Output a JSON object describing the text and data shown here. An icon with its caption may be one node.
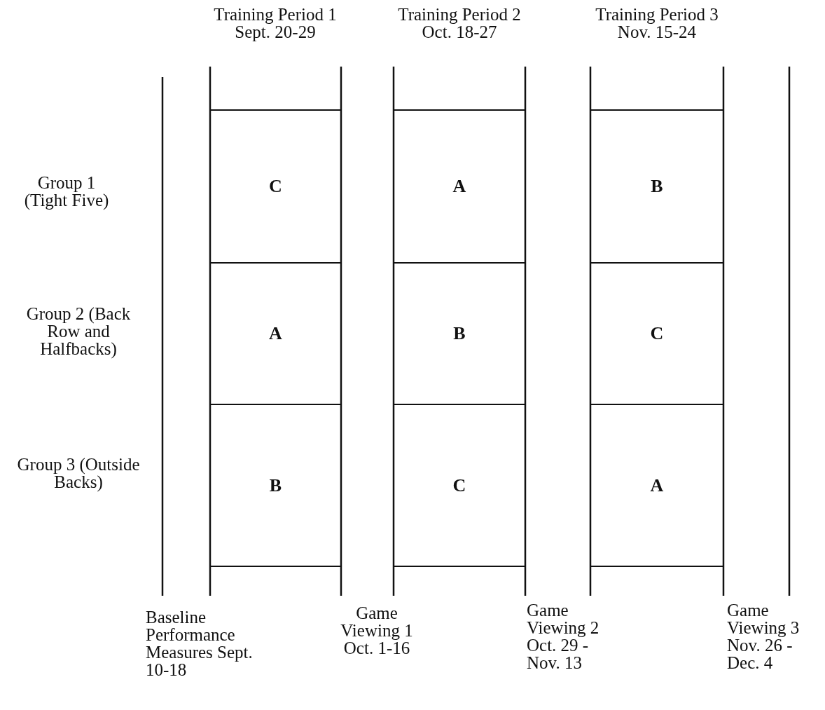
{
  "diagram": {
    "nodes": [
      {
        "text": [
          "C"
        ]
      },
      {
        "text": [
          "A"
        ]
      },
      {
        "text": [
          "B"
        ]
      },
      {
        "text": [
          "A"
        ]
      },
      {
        "text": [
          "B"
        ]
      },
      {
        "text": [
          "C"
        ]
      },
      {
        "text": [
          "B"
        ]
      },
      {
        "text": [
          "C"
        ]
      },
      {
        "text": [
          "A"
        ]
      }
    ],
    "edges": [],
    "labels": [
      "Training Period 1 Sept. 20-29",
      "Training Period 2 Oct. 18-27",
      "Training Period 3 Nov. 15-24",
      "Group 1 (Tight Five)",
      "Group 2 (Back Row and Halfbacks)",
      "Group 3 (Outside Backs)",
      "Baseline Performance Measures Sept. 10-18",
      "Game Viewing 1 Oct. 1-16",
      "Game Viewing 2 Oct. 29 - Nov. 13",
      "Game Viewing 3 Nov. 26 - Dec. 4"
    ]
  }
}
